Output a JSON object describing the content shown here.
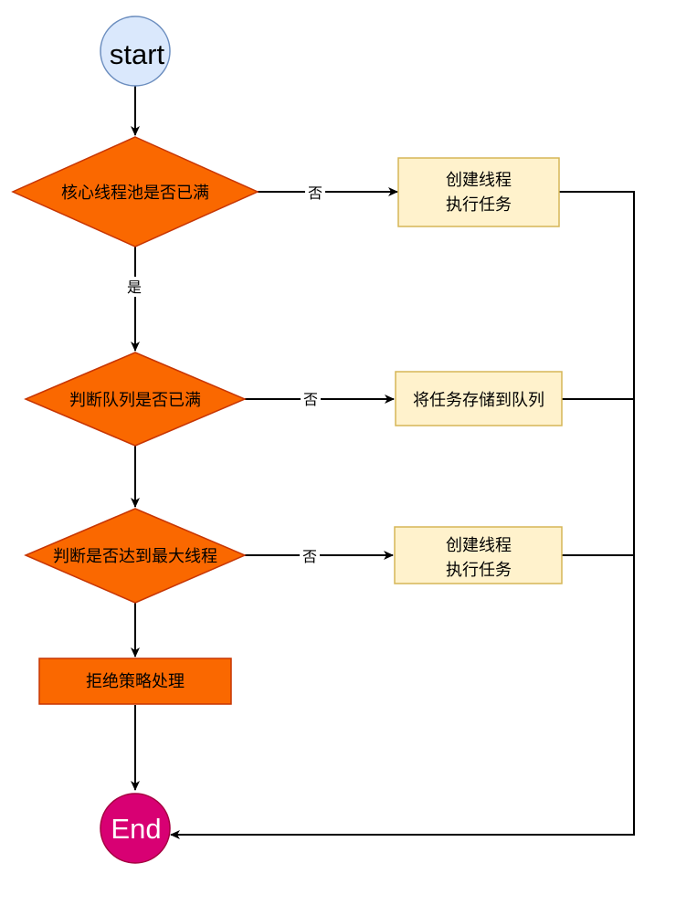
{
  "terminals": {
    "start": {
      "label": "start",
      "fill": "#dae8fc",
      "stroke": "#6c8ebf",
      "text_color": "#000000"
    },
    "end": {
      "label": "End",
      "fill": "#d80073",
      "stroke": "#a50040",
      "text_color": "#ffffff"
    }
  },
  "decisions": {
    "core_full": {
      "label": "核心线程池是否已满",
      "fill": "#fa6800",
      "stroke": "#c73500"
    },
    "queue_full": {
      "label": "判断队列是否已满",
      "fill": "#fa6800",
      "stroke": "#c73500"
    },
    "max_reached": {
      "label": "判断是否达到最大线程",
      "fill": "#fa6800",
      "stroke": "#c73500"
    }
  },
  "processes": {
    "create_core": {
      "lines": [
        "创建线程",
        "执行任务"
      ],
      "fill": "#fff2cc",
      "stroke": "#d6b656"
    },
    "enqueue": {
      "lines": [
        "将任务存储到队列"
      ],
      "fill": "#fff2cc",
      "stroke": "#d6b656"
    },
    "create_extra": {
      "lines": [
        "创建线程",
        "执行任务"
      ],
      "fill": "#fff2cc",
      "stroke": "#d6b656"
    },
    "reject": {
      "lines": [
        "拒绝策略处理"
      ],
      "fill": "#fa6800",
      "stroke": "#c73500"
    }
  },
  "edge_labels": {
    "core_no": "否",
    "core_yes": "是",
    "queue_no": "否",
    "max_no": "否"
  }
}
